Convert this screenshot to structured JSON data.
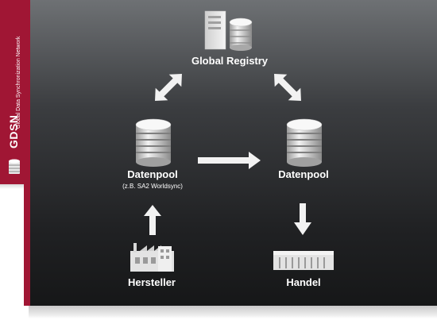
{
  "sidebar": {
    "badge": "GDSN",
    "subtitle": "Global Data Synchronization Network"
  },
  "nodes": {
    "registry": {
      "label": "Global Registry",
      "icon": "server-database-icon"
    },
    "pool_left": {
      "label": "Datenpool",
      "sublabel": "(z.B. SA2 Worldsync)",
      "icon": "database-icon"
    },
    "pool_right": {
      "label": "Datenpool",
      "icon": "database-icon"
    },
    "manufacturer": {
      "label": "Hersteller",
      "icon": "factory-icon"
    },
    "retail": {
      "label": "Handel",
      "icon": "warehouse-icon"
    }
  },
  "colors": {
    "accent": "#a01634",
    "panel_top": "#6e7174",
    "panel_bottom": "#161718",
    "icon_light": "#e3e3e3",
    "arrow": "#f2f2f2"
  }
}
